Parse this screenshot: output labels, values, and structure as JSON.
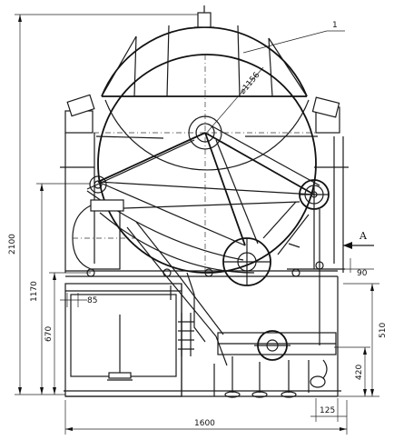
{
  "labels": {
    "callout_1": "1",
    "diameter": "⌀1156",
    "view_A": "A"
  },
  "dimensions": {
    "total_height": "2100",
    "height_1170": "1170",
    "height_670": "670",
    "width_85": "85",
    "width_1600": "1600",
    "width_90": "90",
    "height_510": "510",
    "height_420": "420",
    "width_125": "125"
  }
}
